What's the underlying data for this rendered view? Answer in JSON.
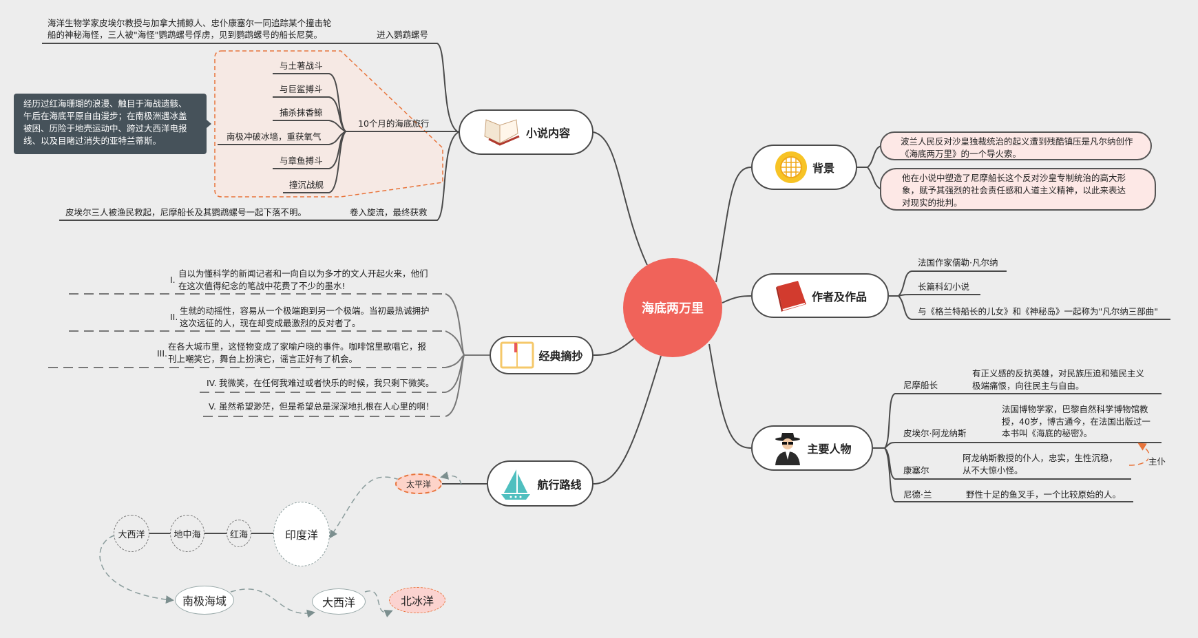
{
  "center": "海底两万里",
  "novel": {
    "title": "小说内容",
    "enter": {
      "label": "进入鹦鹉螺号",
      "detail_lines": [
        "海洋生物学家皮埃尔教授与加拿大捕鲸人、忠仆康塞尔一同追踪某个撞击轮",
        "船的神秘海怪，三人被\"海怪\"鹦鹉螺号俘虏，见到鹦鹉螺号的船长尼莫。"
      ]
    },
    "journey": {
      "label": "10个月的海底旅行",
      "items": [
        "与土著战斗",
        "与巨鲨搏斗",
        "捕杀抹香鲸",
        "南极冲破冰墙，重获氧气",
        "与章鱼搏斗",
        "撞沉战舰"
      ],
      "summary_lines": [
        "经历过红海珊瑚的浪漫、触目于海战遗骸、",
        "午后在海底平原自由漫步；在南极洲遇冰盖",
        "被困、历险于地壳运动中、跨过大西洋电报",
        "线、以及目睹过消失的亚特兰蒂斯。"
      ]
    },
    "ending": {
      "label": "卷入旋流，最终获救",
      "detail": "皮埃尔三人被渔民救起，尼摩船长及其鹦鹉螺号一起下落不明。"
    }
  },
  "background": {
    "title": "背景",
    "items": [
      [
        "波兰人民反对沙皇独裁统治的起义遭到残酷镇压是凡尔纳创作",
        "《海底两万里》的一个导火索。"
      ],
      [
        "他在小说中塑造了尼摩船长这个反对沙皇专制统治的高大形",
        "象，赋予其强烈的社会责任感和人道主义精神，以此来表达",
        "对现实的批判。"
      ]
    ]
  },
  "author": {
    "title": "作者及作品",
    "items": [
      "法国作家儒勒·凡尔纳",
      "长篇科幻小说",
      "与《格兰特船长的儿女》和《神秘岛》一起称为\"凡尔纳三部曲\""
    ]
  },
  "characters": {
    "title": "主要人物",
    "items": [
      {
        "name": "尼摩船长",
        "desc": [
          "有正义感的反抗英雄，对民族压迫和殖民主义",
          "极端痛恨，向往民主与自由。"
        ]
      },
      {
        "name": "皮埃尔·阿龙纳斯",
        "desc": [
          "法国博物学家，巴黎自然科学博物馆教",
          "授，40岁，博古通今，在法国出版过一",
          "本书叫《海底的秘密》。"
        ]
      },
      {
        "name": "康塞尔",
        "desc": [
          "阿龙纳斯教授的仆人，忠实，生性沉稳，",
          "从不大惊小怪。"
        ]
      },
      {
        "name": "尼德·兰",
        "desc": [
          "野性十足的鱼叉手，一个比较原始的人。"
        ]
      }
    ],
    "relation": "主仆"
  },
  "quotes": {
    "title": "经典摘抄",
    "items": [
      {
        "num": "I.",
        "lines": [
          "自以为懂科学的新闻记者和一向自以为多才的文人开起火来，他们",
          "在这次值得纪念的笔战中花费了不少的墨水!"
        ]
      },
      {
        "num": "II.",
        "lines": [
          "生就的动摇性，容易从一个极端跑到另一个极端。当初最热诚拥护",
          "这次远征的人，现在却变成最激烈的反对者了。"
        ]
      },
      {
        "num": "III.",
        "lines": [
          "在各大城市里，这怪物变成了家喻户晓的事件。咖啡馆里歌唱它，报",
          "刊上嘲笑它，舞台上扮演它，谣言正好有了机会。"
        ]
      },
      {
        "num": "IV.",
        "lines": [
          "我微笑，在任何我难过或者快乐的时候，我只剩下微笑。"
        ]
      },
      {
        "num": "V.",
        "lines": [
          "虽然希望渺茫，但是希望总是深深地扎根在人心里的啊！"
        ]
      }
    ]
  },
  "route": {
    "title": "航行路线",
    "stops": [
      "太平洋",
      "印度洋",
      "红海",
      "地中海",
      "大西洋",
      "南极海域",
      "大西洋",
      "北冰洋"
    ]
  },
  "colors": {
    "center": "#f0635a",
    "callout": "#46525a",
    "bubble": "#fde8e6",
    "accent": "#e8743b"
  }
}
